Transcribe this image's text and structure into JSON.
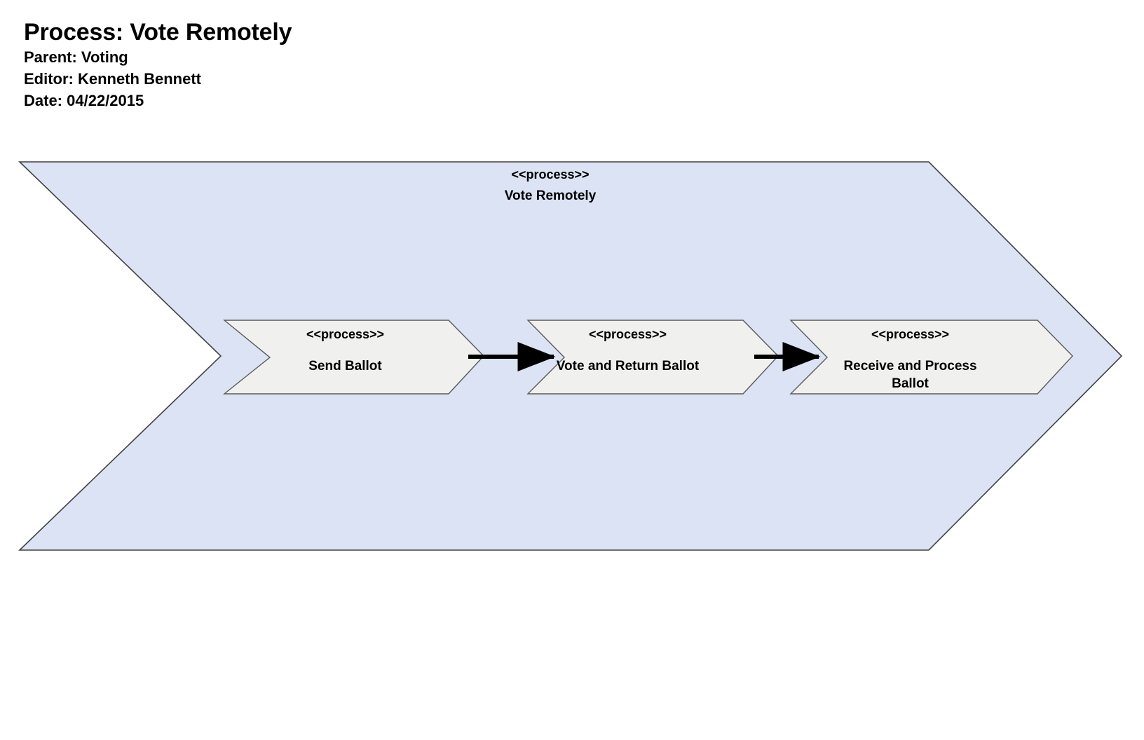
{
  "header": {
    "title": "Process: Vote Remotely",
    "parent": "Parent: Voting",
    "editor": "Editor: Kenneth Bennett",
    "date": "Date: 04/22/2015"
  },
  "colors": {
    "outer_fill": "#dce3f4",
    "outer_stroke": "#414141",
    "step_fill": "#f0f0ef",
    "step_stroke": "#5a5a5a",
    "arrow": "#000000",
    "text": "#000000",
    "background": "#ffffff"
  },
  "diagram": {
    "type": "process-chevron-decomposition",
    "outer_process": {
      "stereotype": "<<process>>",
      "name": "Vote Remotely"
    },
    "steps": [
      {
        "stereotype": "<<process>>",
        "name": "Send Ballot"
      },
      {
        "stereotype": "<<process>>",
        "name": "Vote and Return Ballot"
      },
      {
        "stereotype": "<<process>>",
        "name": "Receive and Process Ballot"
      }
    ],
    "connectors": [
      {
        "from": "Send Ballot",
        "to": "Vote and Return Ballot",
        "style": "solid-arrow"
      },
      {
        "from": "Vote and Return Ballot",
        "to": "Receive and Process Ballot",
        "style": "solid-arrow"
      }
    ]
  }
}
